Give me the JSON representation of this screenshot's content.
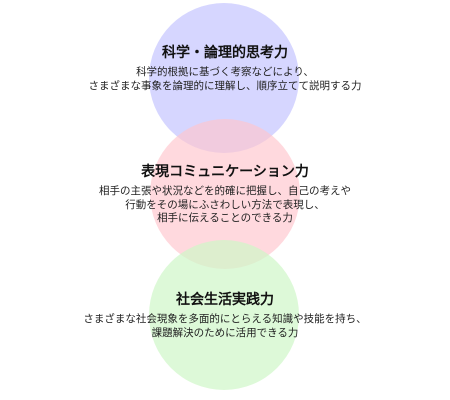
{
  "items": [
    {
      "title": "科学・論理的思考力",
      "description": "科学的根拠に基づく考察などにより、\nさまざまな事象を論理的に理解し、順序立てて説明する力"
    },
    {
      "title": "表現コミュニケーション力",
      "description": "相手の主張や状況などを的確に把握し、自己の考えや\n行動をその場にふさわしい方法で表現し、\n相手に伝えることのできる力"
    },
    {
      "title": "社会生活実践力",
      "description": "さまざまな社会現象を多面的にとらえる知識や技能を持ち、\n課題解決のために活用できる力"
    }
  ],
  "colors": {
    "circle_1": "#c4c4ff",
    "circle_2": "#ffc4cc",
    "circle_3": "#cef6c8"
  }
}
